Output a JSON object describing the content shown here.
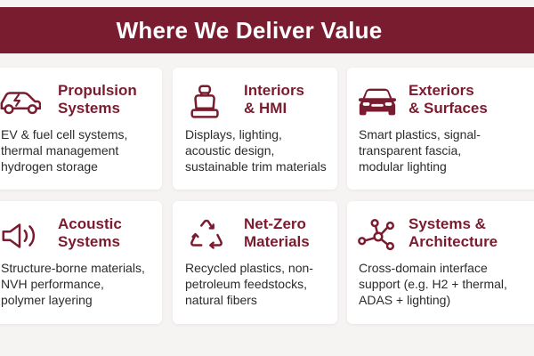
{
  "header": {
    "title": "Where We Deliver Value"
  },
  "colors": {
    "accent": "#7a1c2f",
    "background": "#f6f3f3",
    "card": "#ffffff",
    "body_text": "#2b2b2b"
  },
  "cards": [
    {
      "icon": "car-charging-icon",
      "title": "Propulsion\nSystems",
      "body": "EV & fuel cell systems,\nthermal management\nhydrogen storage"
    },
    {
      "icon": "car-seat-icon",
      "title": "Interiors\n& HMI",
      "body": "Displays, lighting,\nacoustic design,\nsustainable trim materials"
    },
    {
      "icon": "car-front-icon",
      "title": "Exteriors\n& Surfaces",
      "body": "Smart plastics, signal-\ntransparent fascia,\nmodular lighting"
    },
    {
      "icon": "speaker-icon",
      "title": "Acoustic\nSystems",
      "body": "Structure-borne materials,\nNVH performance,\npolymer layering"
    },
    {
      "icon": "recycle-icon",
      "title": "Net-Zero\nMaterials",
      "body": "Recycled plastics, non-\npetroleum feedstocks,\nnatural fibers"
    },
    {
      "icon": "network-nodes-icon",
      "title": "Systems &\nArchitecture",
      "body": "Cross-domain interface\nsupport (e.g. H2 + thermal,\nADAS + lighting)"
    }
  ]
}
